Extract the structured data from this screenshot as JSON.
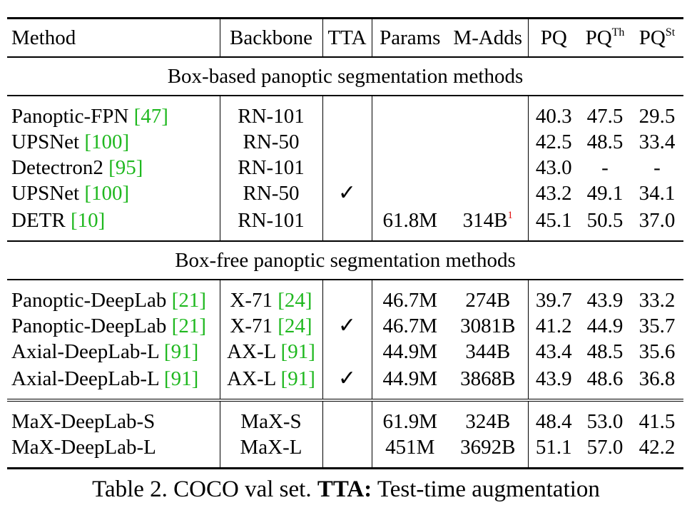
{
  "header": {
    "method": "Method",
    "backbone": "Backbone",
    "tta": "TTA",
    "params": "Params",
    "madds": "M-Adds",
    "pq": "PQ",
    "pq_th_base": "PQ",
    "pq_th_sup": "Th",
    "pq_st_base": "PQ",
    "pq_st_sup": "St"
  },
  "sections": {
    "box_based": "Box-based panoptic segmentation methods",
    "box_free": "Box-free panoptic segmentation methods"
  },
  "check_mark": "✓",
  "rows": [
    {
      "method": "Panoptic-FPN ",
      "method_cite": "[47]",
      "backbone": "RN-101",
      "backbone_cite": "",
      "tta": "",
      "params": "",
      "madds": "",
      "madds_note": "",
      "pq": "40.3",
      "pq_th": "47.5",
      "pq_st": "29.5"
    },
    {
      "method": "UPSNet ",
      "method_cite": "[100]",
      "backbone": "RN-50",
      "backbone_cite": "",
      "tta": "",
      "params": "",
      "madds": "",
      "madds_note": "",
      "pq": "42.5",
      "pq_th": "48.5",
      "pq_st": "33.4"
    },
    {
      "method": "Detectron2 ",
      "method_cite": "[95]",
      "backbone": "RN-101",
      "backbone_cite": "",
      "tta": "",
      "params": "",
      "madds": "",
      "madds_note": "",
      "pq": "43.0",
      "pq_th": "-",
      "pq_st": "-"
    },
    {
      "method": "UPSNet ",
      "method_cite": "[100]",
      "backbone": "RN-50",
      "backbone_cite": "",
      "tta": "✓",
      "params": "",
      "madds": "",
      "madds_note": "",
      "pq": "43.2",
      "pq_th": "49.1",
      "pq_st": "34.1"
    },
    {
      "method": "DETR ",
      "method_cite": "[10]",
      "backbone": "RN-101",
      "backbone_cite": "",
      "tta": "",
      "params": "61.8M",
      "madds": "314B",
      "madds_note": "1",
      "pq": "45.1",
      "pq_th": "50.5",
      "pq_st": "37.0"
    },
    {
      "method": "Panoptic-DeepLab ",
      "method_cite": "[21]",
      "backbone": "X-71 ",
      "backbone_cite": "[24]",
      "tta": "",
      "params": "46.7M",
      "madds": "274B",
      "madds_note": "",
      "pq": "39.7",
      "pq_th": "43.9",
      "pq_st": "33.2"
    },
    {
      "method": "Panoptic-DeepLab ",
      "method_cite": "[21]",
      "backbone": "X-71 ",
      "backbone_cite": "[24]",
      "tta": "✓",
      "params": "46.7M",
      "madds": "3081B",
      "madds_note": "",
      "pq": "41.2",
      "pq_th": "44.9",
      "pq_st": "35.7"
    },
    {
      "method": "Axial-DeepLab-L ",
      "method_cite": "[91]",
      "backbone": "AX-L ",
      "backbone_cite": "[91]",
      "tta": "",
      "params": "44.9M",
      "madds": "344B",
      "madds_note": "",
      "pq": "43.4",
      "pq_th": "48.5",
      "pq_st": "35.6"
    },
    {
      "method": "Axial-DeepLab-L ",
      "method_cite": "[91]",
      "backbone": "AX-L ",
      "backbone_cite": "[91]",
      "tta": "✓",
      "params": "44.9M",
      "madds": "3868B",
      "madds_note": "",
      "pq": "43.9",
      "pq_th": "48.6",
      "pq_st": "36.8"
    },
    {
      "method": "MaX-DeepLab-S",
      "method_cite": "",
      "backbone": "MaX-S",
      "backbone_cite": "",
      "tta": "",
      "params": "61.9M",
      "madds": "324B",
      "madds_note": "",
      "pq": "48.4",
      "pq_th": "53.0",
      "pq_st": "41.5"
    },
    {
      "method": "MaX-DeepLab-L",
      "method_cite": "",
      "backbone": "MaX-L",
      "backbone_cite": "",
      "tta": "",
      "params": "451M",
      "madds": "3692B",
      "madds_note": "",
      "pq": "51.1",
      "pq_th": "57.0",
      "pq_st": "42.2"
    }
  ],
  "caption": {
    "prefix": "Table 2. COCO val set. ",
    "bold": "TTA:",
    "suffix": " Test-time augmentation"
  }
}
